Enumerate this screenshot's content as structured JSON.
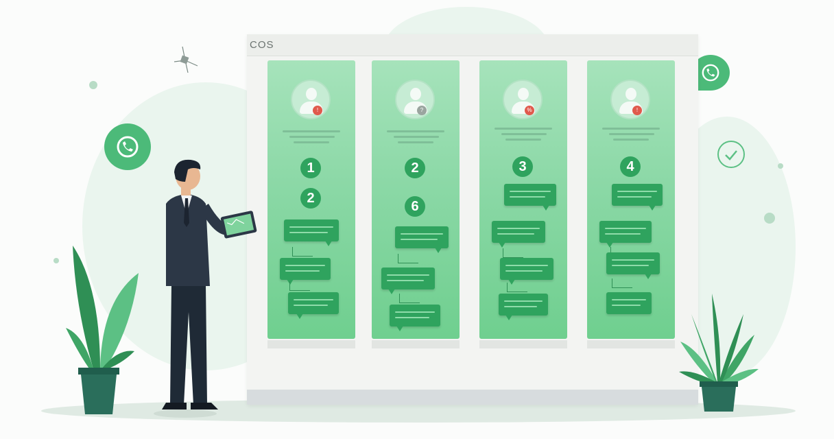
{
  "board": {
    "title": "COS",
    "columns": [
      {
        "number_1": "1",
        "number_2": "2",
        "badge": "!"
      },
      {
        "number_1": "2",
        "number_2": "6",
        "badge": "?"
      },
      {
        "number_1": "3",
        "badge": "%"
      },
      {
        "number_1": "4",
        "badge": "!"
      }
    ]
  },
  "icons": [
    "whatsapp-icon",
    "check-icon",
    "chat-bubble-icon",
    "constellation-icon"
  ],
  "colors": {
    "accent": "#2fa35e",
    "column_light": "#a6e3bb",
    "column_dark": "#6fcf8f",
    "badge": "#e05a4d"
  }
}
